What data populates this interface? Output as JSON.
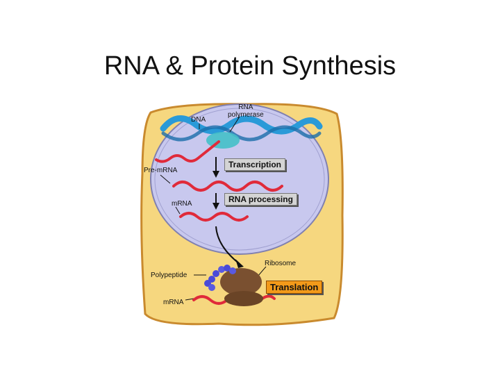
{
  "slide": {
    "title": "RNA & Protein Synthesis"
  },
  "diagram": {
    "labels": {
      "rna_polymerase_line1": "RNA",
      "rna_polymerase_line2": "polymerase",
      "dna": "DNA",
      "pre_mrna": "Pre-mRNA",
      "mrna_nucleus": "mRNA",
      "ribosome": "Ribosome",
      "polypeptide": "Polypeptide",
      "mrna_cytoplasm": "mRNA"
    },
    "steps": [
      "Transcription",
      "RNA processing",
      "Translation"
    ],
    "colors": {
      "cytoplasm": "#f6d77f",
      "cell_border": "#c98a2e",
      "nucleus": "#c8c8ee",
      "dna": "#2a9ad8",
      "rna": "#e02a3a",
      "ribosome": "#7a5030",
      "polypeptide": "#4a4ad8",
      "translation_box": "#f39a1a"
    }
  }
}
